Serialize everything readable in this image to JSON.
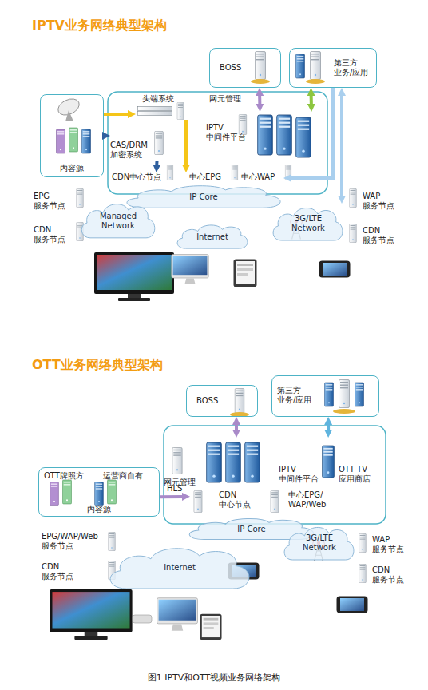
{
  "diagram": {
    "title": "IPTV业务网络典型架构",
    "caption": "图1 IPTV和OTT视频业务网络架构",
    "nodes": [
      {
        "text": [
          "内容源"
        ]
      },
      {
        "text": [
          "BOSS"
        ]
      },
      {
        "text": [
          "第三方 业务/应用"
        ]
      },
      {
        "text": [
          "头端系统"
        ]
      },
      {
        "text": [
          "CAS/DRM 加密系统"
        ]
      },
      {
        "text": [
          "网元管理"
        ]
      },
      {
        "text": [
          "IPTV 中间件平台"
        ]
      },
      {
        "text": [
          "CDN中心节点"
        ]
      },
      {
        "text": [
          "中心EPG"
        ]
      },
      {
        "text": [
          "中心WAP"
        ]
      },
      {
        "text": [
          "IP Core"
        ]
      },
      {
        "text": [
          "Managed Network"
        ]
      },
      {
        "text": [
          "Internet"
        ]
      },
      {
        "text": [
          "3G/LTE Network"
        ]
      },
      {
        "text": [
          "BOSS"
        ]
      },
      {
        "text": [
          "第三方 业务/应用"
        ]
      },
      {
        "text": [
          "OTT牌照方",
          "运营商自有",
          "内容源"
        ]
      },
      {
        "text": [
          "网元管理"
        ]
      },
      {
        "text": [
          "IPTV 中间件平台"
        ]
      },
      {
        "text": [
          "OTT TV 应用商店"
        ]
      },
      {
        "text": [
          "CDN 中心节点"
        ]
      },
      {
        "text": [
          "中心EPG/ WAP/Web"
        ]
      },
      {
        "text": [
          "IP Core"
        ]
      },
      {
        "text": [
          "Internet"
        ]
      },
      {
        "text": [
          "3G/LTE Network"
        ]
      }
    ],
    "edges": [
      {
        "from": 0,
        "to": 3,
        "arrow": "to"
      },
      {
        "from": 0,
        "to": 4,
        "arrow": "to"
      },
      {
        "from": 3,
        "to": 8,
        "arrow": "to"
      },
      {
        "from": 4,
        "to": 7,
        "arrow": "to"
      },
      {
        "from": 1,
        "to": 6,
        "arrow": "both"
      },
      {
        "from": 2,
        "to": 6,
        "arrow": "both"
      },
      {
        "from": 2,
        "to": 13,
        "arrow": "both"
      },
      {
        "from": 2,
        "to": 9,
        "arrow": "to"
      },
      {
        "from": 14,
        "to": 18,
        "arrow": "both"
      },
      {
        "from": 15,
        "to": 19,
        "arrow": "both"
      },
      {
        "from": 16,
        "to": 20,
        "label": "HLS",
        "arrow": "to"
      }
    ],
    "labels": [
      "OTT业务网络典型架构",
      "EPG 服务节点",
      "CDN 服务节点",
      "WAP 服务节点",
      "CDN 服务节点",
      "EPG/WAP/Web 服务节点",
      "CDN 服务节点",
      "WAP 服务节点",
      "CDN 服务节点"
    ]
  }
}
